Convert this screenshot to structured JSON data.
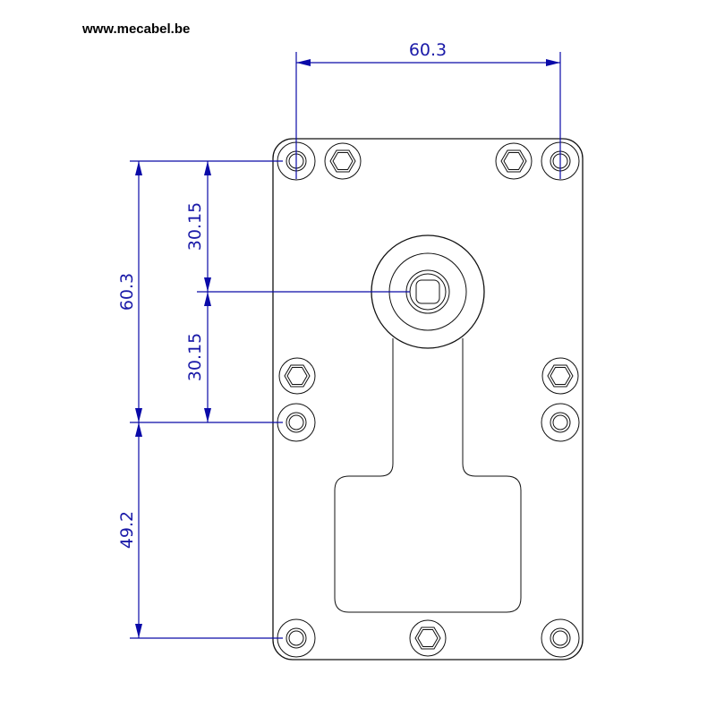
{
  "header": {
    "site_url": "www.mecabel.be"
  },
  "dimensions": {
    "top_width": "60.3",
    "upper_vertical_total": "60.3",
    "upper_half_a": "30.15",
    "upper_half_b": "30.15",
    "lower_vertical": "49.2"
  },
  "colors": {
    "dimension_lines": "#0a0aa8",
    "outline": "#111111"
  }
}
